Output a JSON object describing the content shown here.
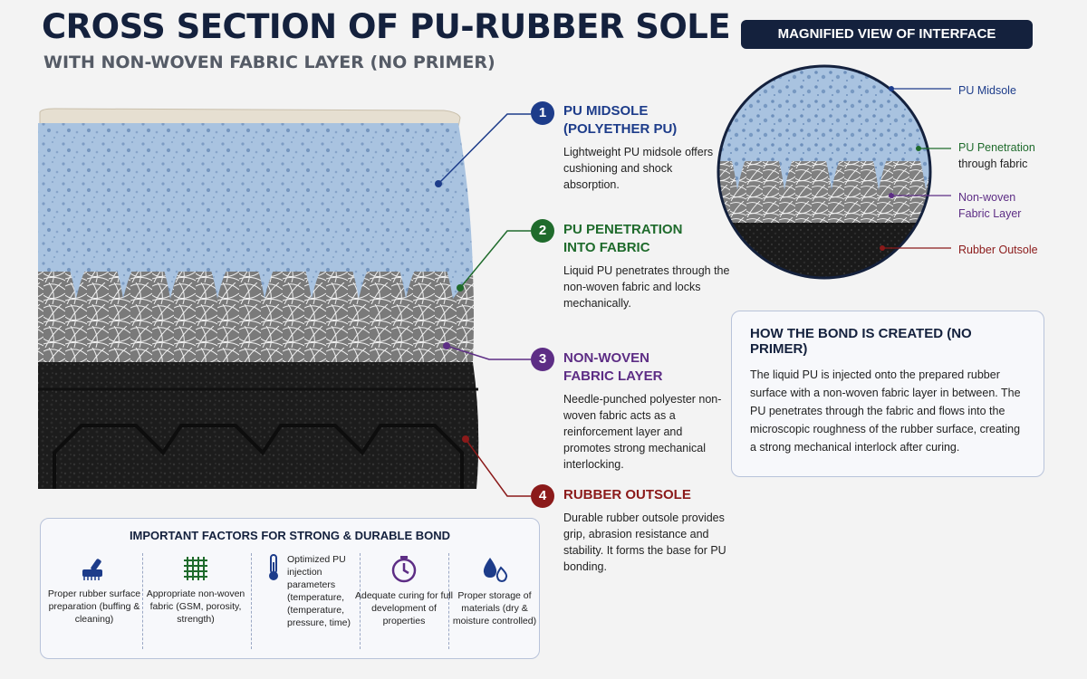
{
  "title": "CROSS SECTION OF PU-RUBBER SOLE",
  "subtitle": "WITH NON-WOVEN FABRIC LAYER (NO PRIMER)",
  "colors": {
    "navy": "#14213d",
    "pu_blue": "#a9c3e0",
    "fabric": "#e8e8e8",
    "rubber": "#1c1c1c",
    "c1": "#1d3c8a",
    "c2": "#1f6b2c",
    "c3": "#5d2d85",
    "c4": "#8b1a1a"
  },
  "callouts": [
    {
      "number": "1",
      "title_line1": "PU MIDSOLE",
      "title_line2": "(POLYETHER PU)",
      "text": "Lightweight PU midsole offers cushioning and shock absorption."
    },
    {
      "number": "2",
      "title_line1": "PU PENETRATION",
      "title_line2": "INTO FABRIC",
      "text": "Liquid PU penetrates through the non-woven fabric and locks mechanically."
    },
    {
      "number": "3",
      "title_line1": "NON-WOVEN",
      "title_line2": "FABRIC LAYER",
      "text": "Needle-punched polyester non-woven fabric acts as a reinforcement layer and promotes strong mechanical interlocking."
    },
    {
      "number": "4",
      "title_line1": "RUBBER OUTSOLE",
      "title_line2": "",
      "text": "Durable rubber outsole provides grip, abrasion resistance and stability. It forms the base for PU bonding."
    }
  ],
  "magnified": {
    "heading": "MAGNIFIED VIEW OF INTERFACE",
    "labels": [
      {
        "line1": "PU Midsole",
        "line2": ""
      },
      {
        "line1": "PU Penetration",
        "line2": "through fabric"
      },
      {
        "line1": "Non-woven",
        "line2": "Fabric Layer"
      },
      {
        "line1": "Rubber Outsole",
        "line2": ""
      }
    ]
  },
  "bond": {
    "heading": "HOW THE BOND IS CREATED (NO PRIMER)",
    "text": "The liquid PU is injected onto the prepared rubber surface with a non-woven fabric layer in between. The PU penetrates through the fabric and flows into the microscopic roughness of the rubber surface, creating a strong mechanical interlock after curing."
  },
  "factors": {
    "heading": "IMPORTANT FACTORS FOR STRONG & DURABLE BOND",
    "items": [
      {
        "icon": "brush-icon",
        "text": "Proper rubber surface preparation (buffing & cleaning)"
      },
      {
        "icon": "fabric-mesh-icon",
        "text": "Appropriate non-woven fabric (GSM, porosity, strength)"
      },
      {
        "icon": "thermometer-icon",
        "text": "Optimized PU injection parameters (temperature, (temperature, pressure, time)"
      },
      {
        "icon": "clock-icon",
        "text": "Adequate curing for full development of properties"
      },
      {
        "icon": "water-drops-icon",
        "text": "Proper storage of materials (dry & moisture controlled)"
      }
    ]
  }
}
